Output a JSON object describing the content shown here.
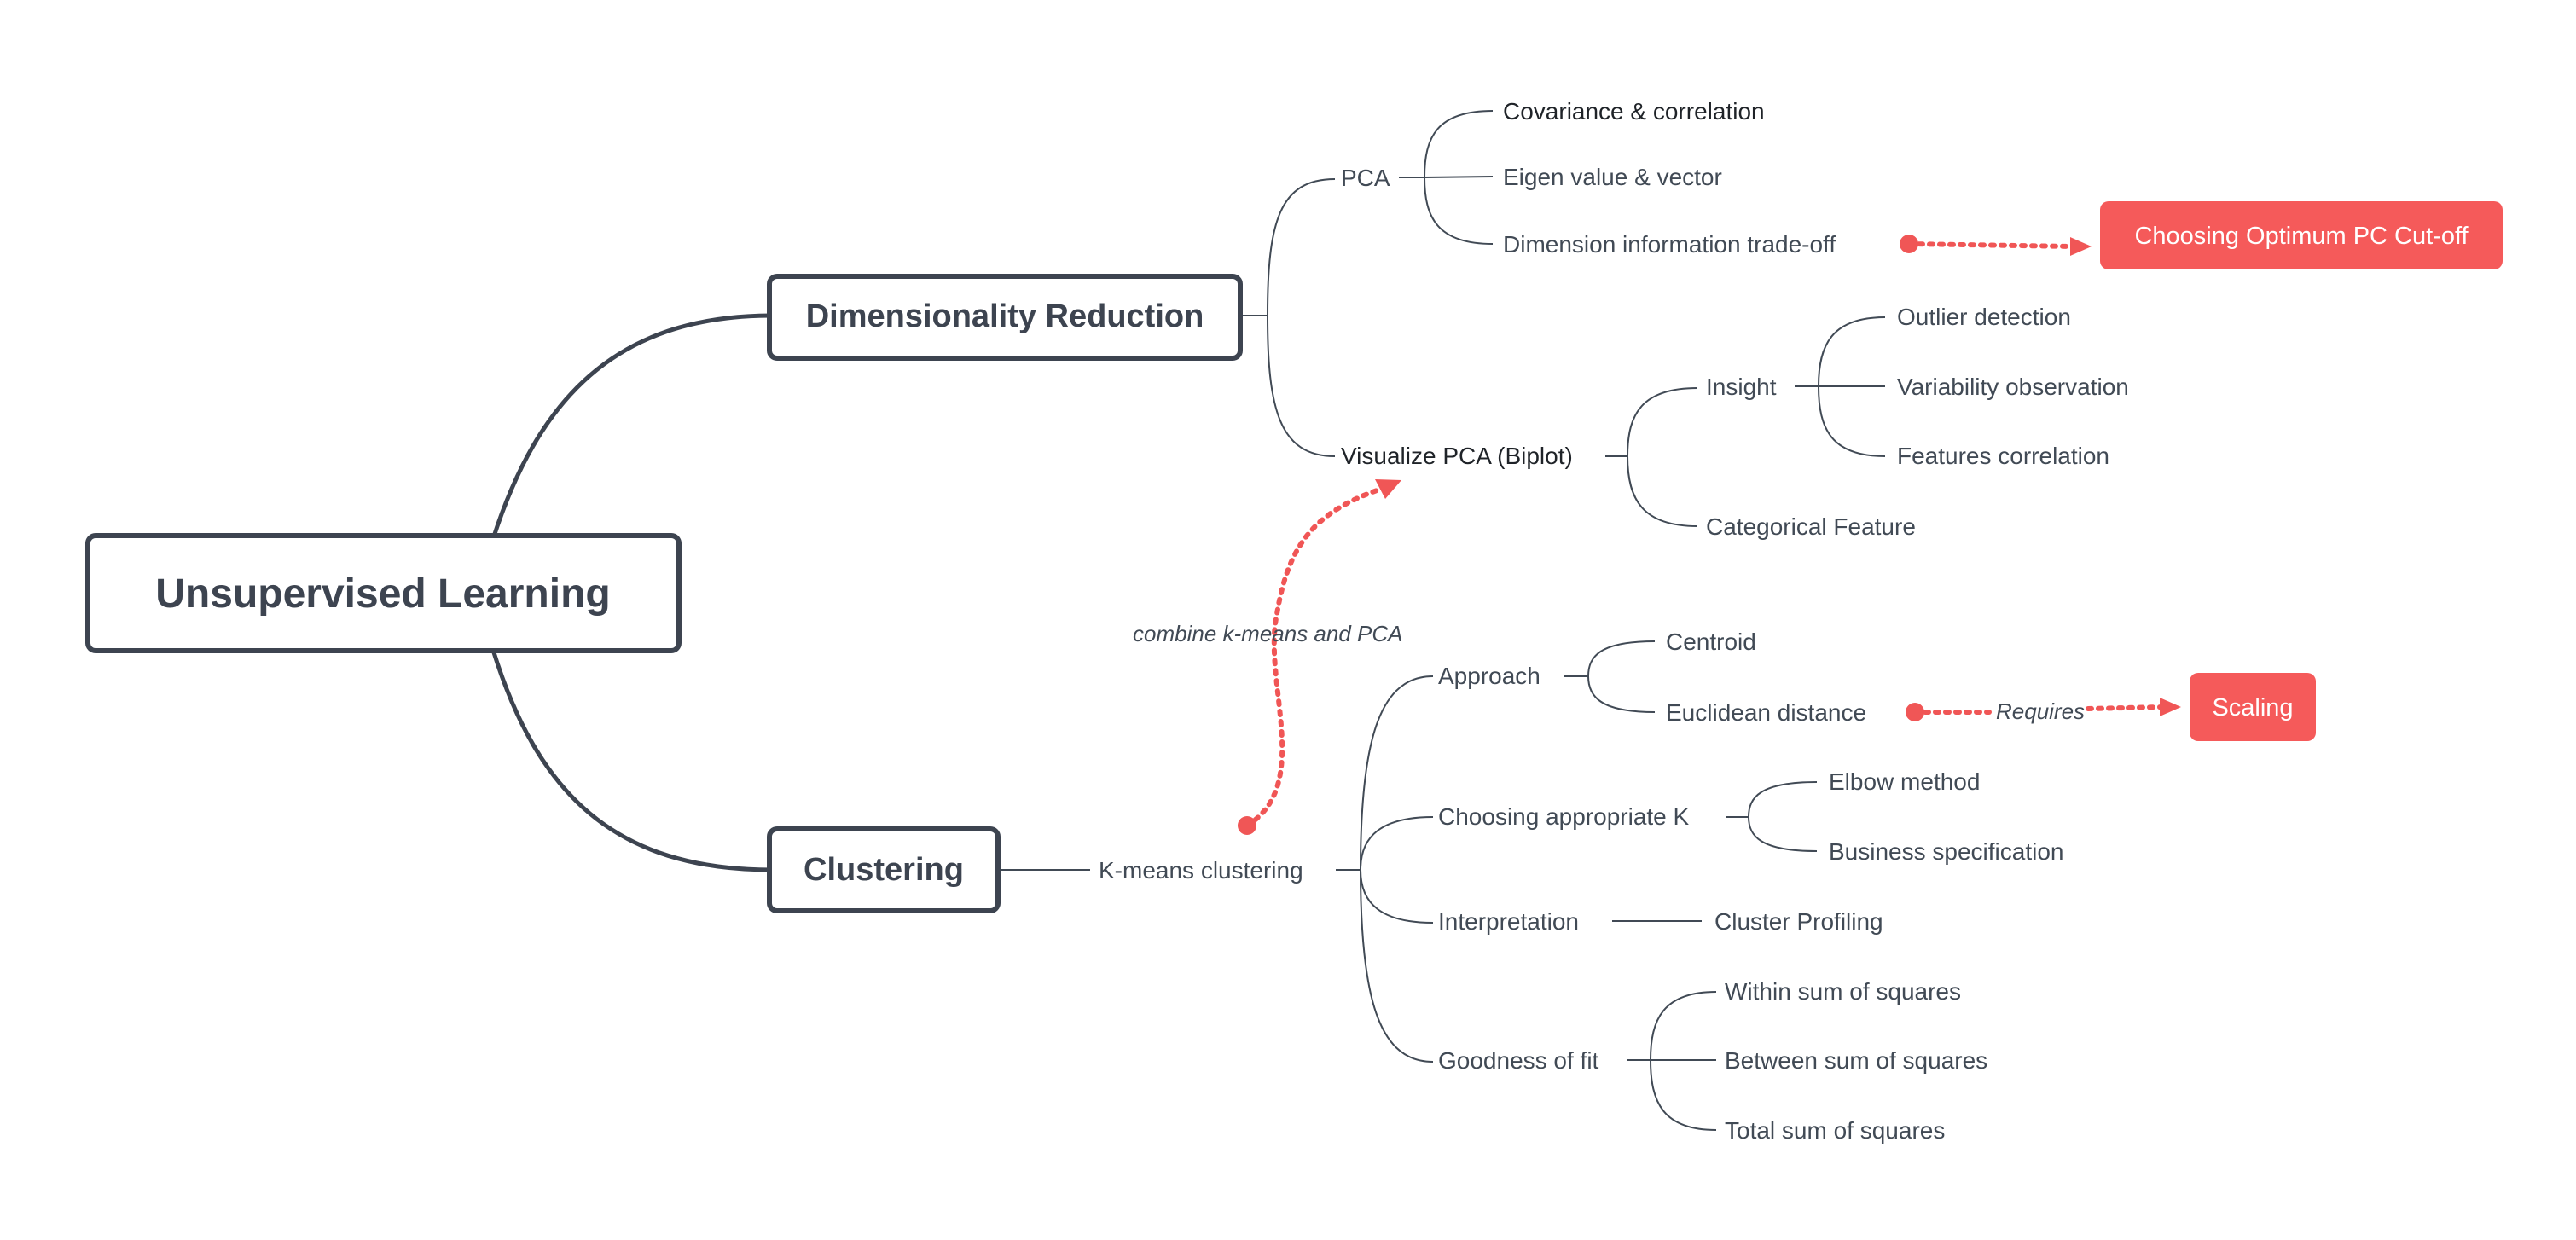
{
  "root": "Unsupervised Learning",
  "topics": {
    "dimred": "Dimensionality Reduction",
    "clustering": "Clustering"
  },
  "pca": {
    "label": "PCA",
    "children": [
      "Covariance & correlation",
      "Eigen value & vector",
      "Dimension information trade-off"
    ]
  },
  "biplot": {
    "label": "Visualize PCA (Biplot)",
    "insight": "Insight",
    "insight_children": [
      "Outlier detection",
      "Variability observation",
      "Features correlation"
    ],
    "categorical": "Categorical Feature"
  },
  "kmeans": {
    "label": "K-means clustering",
    "approach": "Approach",
    "approach_children": [
      "Centroid",
      "Euclidean distance"
    ],
    "choosing_k": "Choosing appropriate K",
    "choosing_k_children": [
      "Elbow method",
      "Business specification"
    ],
    "interpretation": "Interpretation",
    "cluster_profiling": "Cluster Profiling",
    "goodness": "Goodness of fit",
    "goodness_children": [
      "Within sum of squares",
      "Between sum of squares",
      "Total sum of squares"
    ]
  },
  "callouts": {
    "pc_cutoff": "Choosing Optimum PC Cut-off",
    "scaling": "Scaling"
  },
  "relations": {
    "combine": "combine k-means and PCA",
    "requires": "Requires"
  },
  "colors": {
    "accent": "#f55a5a",
    "line": "#3d4450",
    "text": "#414a55"
  }
}
